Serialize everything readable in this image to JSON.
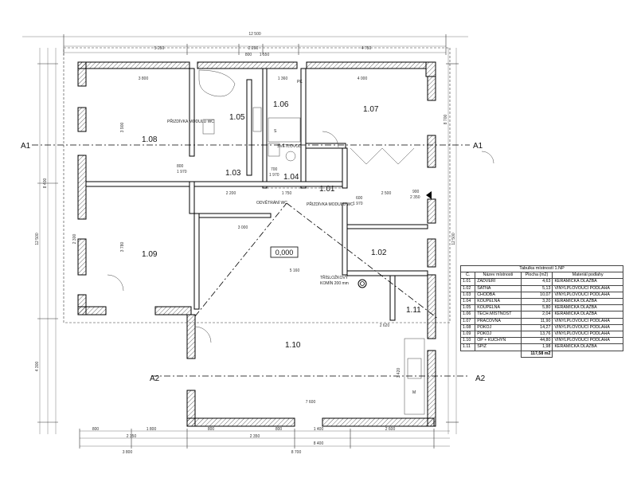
{
  "plan": {
    "level": "0,000",
    "section_marks": {
      "a1": "A1",
      "a2": "A2"
    },
    "rooms": [
      {
        "code": "1.01"
      },
      {
        "code": "1.02"
      },
      {
        "code": "1.03"
      },
      {
        "code": "1.04"
      },
      {
        "code": "1.05"
      },
      {
        "code": "1.06"
      },
      {
        "code": "1.07"
      },
      {
        "code": "1.08"
      },
      {
        "code": "1.09"
      },
      {
        "code": "1.10"
      },
      {
        "code": "1.11"
      }
    ],
    "notes": {
      "wc_module_1": "PŘIZDÍVKA MODULU WC",
      "wc_module_2": "PŘIZDÍVKA MODULU WC",
      "skylight": "SVĚTLOVOD",
      "wc_vent": "ODVĚTRÁNÍ WC",
      "flue_1": "TŘÍSLOŽKOVÝ",
      "flue_2": "KOMÍN 200 mm",
      "washer_s": "S",
      "washer_m": "M",
      "pk": "PK"
    },
    "dimensions": {
      "top_total": "12 500",
      "top_left": "5 250",
      "top_mid1": "2 260",
      "top_mid2": "800",
      "top_mid3": "1 550",
      "top_right": "4 750",
      "bottom_total": "8 700",
      "bottom_left": "3 800",
      "bottom_a": "800",
      "bottom_b": "1 800",
      "bottom_c": "2 350",
      "bottom_d": "2 350",
      "bottom_e": "8 400",
      "bottom_f": "1 400",
      "bottom_g": "2 600",
      "bottom_h": "800",
      "bottom_i": "800",
      "inner_1": "7 600",
      "inner_2": "5 160",
      "inner_3": "3 000",
      "inner_4": "2 200",
      "inner_5": "2 500",
      "inner_6": "1 750",
      "inner_7": "3 800",
      "inner_8": "4 000",
      "inner_9": "1 360",
      "inner_10": "3 420",
      "inner_11": "2 620",
      "door_1": "800",
      "door_2": "1 970",
      "door_3": "700",
      "door_4": "1 970",
      "door_5": "600",
      "door_6": "1 970",
      "door_7": "900",
      "door_8": "2 350",
      "left_1": "12 500",
      "left_2": "8 400",
      "left_3": "4 300",
      "left_4": "3 900",
      "left_5": "3 780",
      "left_6": "2 300",
      "right_1": "12 500",
      "right_2": "8 700"
    }
  },
  "room_table": {
    "caption": "Tabulka místností 1.NP",
    "headers": {
      "no": "Č.",
      "name": "Název místnosti",
      "area": "Plocha (m2)",
      "floor": "Materiál podlahy"
    },
    "rows": [
      {
        "no": "1.01",
        "name": "ZÁDVEŘÍ",
        "area": "4,63",
        "floor": "KERAMICKÁ DLAŽBA"
      },
      {
        "no": "1.02",
        "name": "ŠATNA",
        "area": "5,13",
        "floor": "VINYLPLOVOUCÍ PODLAHA"
      },
      {
        "no": "1.03",
        "name": "CHODBA",
        "area": "10,07",
        "floor": "VINYLPLOVOUCÍ PODLAHA"
      },
      {
        "no": "1.04",
        "name": "KOUPELNA",
        "area": "3,20",
        "floor": "KERAMICKÁ DLAŽBA"
      },
      {
        "no": "1.05",
        "name": "KOUPELNA",
        "area": "5,80",
        "floor": "KERAMICKÁ DLAŽBA"
      },
      {
        "no": "1.06",
        "name": "TECH.MÍSTNOST",
        "area": "2,04",
        "floor": "KERAMICKÁ DLAŽBA"
      },
      {
        "no": "1.07",
        "name": "PRACOVNA",
        "area": "11,90",
        "floor": "VINYLPLOVOUCÍ PODLAHA"
      },
      {
        "no": "1.08",
        "name": "POKOJ",
        "area": "14,27",
        "floor": "VINYLPLOVOUCÍ PODLAHA"
      },
      {
        "no": "1.09",
        "name": "POKOJ",
        "area": "13,76",
        "floor": "VINYLPLOVOUCÍ PODLAHA"
      },
      {
        "no": "1.10",
        "name": "OP + KUCHYŇ",
        "area": "44,80",
        "floor": "VINYLPLOVOUCÍ PODLAHA"
      },
      {
        "no": "1.11",
        "name": "SPÍŽ",
        "area": "1,98",
        "floor": "KERAMICKÁ DLAŽBA"
      }
    ],
    "total": "117,58 m2"
  }
}
